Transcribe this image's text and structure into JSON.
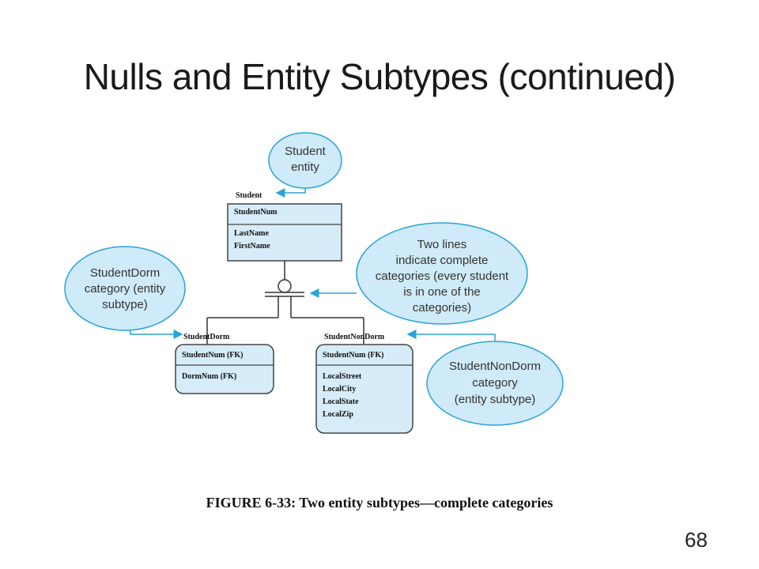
{
  "slide": {
    "title": "Nulls and Entity Subtypes (continued)",
    "caption": "FIGURE 6-33: Two entity subtypes—complete categories",
    "page_number": "68"
  },
  "diagram": {
    "accent_color": "#2aa3d8",
    "callout_fill": "#cfeaf8",
    "entity_fill": "#d6ecf8",
    "entities": {
      "student": {
        "name": "Student",
        "key": "StudentNum",
        "attrs": [
          "LastName",
          "FirstName"
        ]
      },
      "dorm": {
        "name": "StudentDorm",
        "key": "StudentNum (FK)",
        "attrs": [
          "DormNum (FK)"
        ]
      },
      "nondorm": {
        "name": "StudentNonDorm",
        "key": "StudentNum (FK)",
        "attrs": [
          "LocalStreet",
          "LocalCity",
          "LocalState",
          "LocalZip"
        ]
      }
    },
    "callouts": {
      "student_entity": [
        "Student",
        "entity"
      ],
      "dorm_category": [
        "StudentDorm",
        "category (entity",
        "subtype)"
      ],
      "two_lines": [
        "Two lines",
        "indicate complete",
        "categories (every student",
        "is in one of the",
        "categories)"
      ],
      "nondorm_category": [
        "StudentNonDorm",
        "category",
        "(entity subtype)"
      ]
    }
  }
}
